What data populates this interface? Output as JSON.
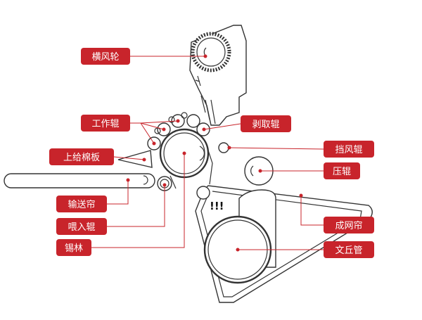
{
  "labels": {
    "cross_air_wheel": "横风轮",
    "worker_roller": "工作辊",
    "feed_plate": "上给棉板",
    "conveyor_apron": "输送帘",
    "feed_roller": "喂入辊",
    "cylinder": "锡林",
    "stripper_roller": "剥取辊",
    "air_guide_roller": "挡风辊",
    "pressure_roller": "压辊",
    "web_forming_apron": "成网帘",
    "wenqiu_tube": "文丘管"
  },
  "marks": {
    "airflow": "!!!"
  },
  "colors": {
    "accent": "#c8242b",
    "line": "#333333",
    "background": "#ffffff"
  }
}
